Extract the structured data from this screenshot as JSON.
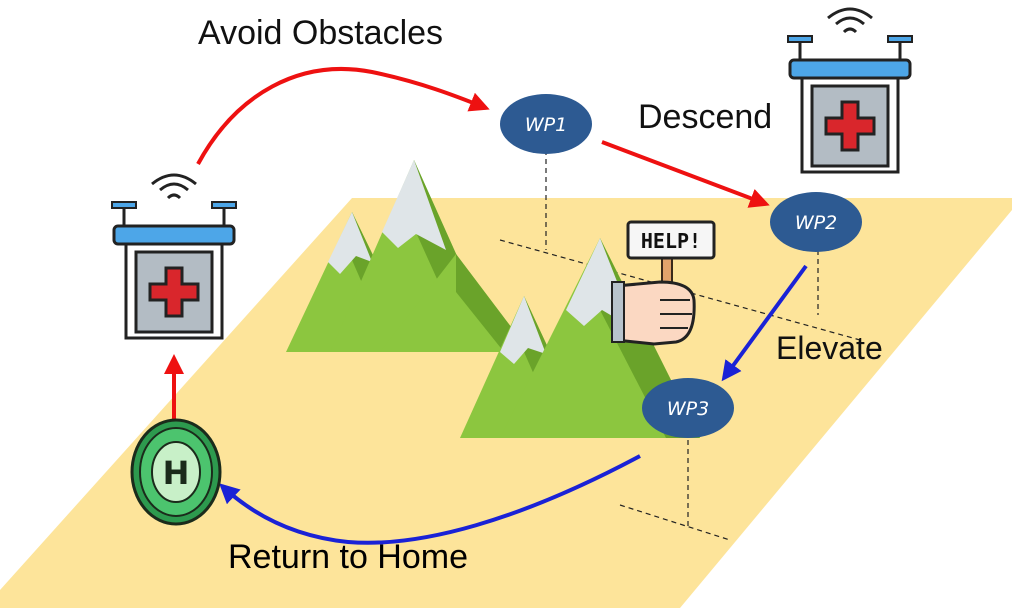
{
  "labels": {
    "avoid": "Avoid Obstacles",
    "descend": "Descend",
    "elevate": "Elevate",
    "return_home": "Return to Home"
  },
  "waypoints": [
    {
      "label": "WP1"
    },
    {
      "label": "WP2"
    },
    {
      "label": "WP3"
    }
  ],
  "help_sign": "HELP!",
  "helipad_letter": "H",
  "colors": {
    "ground": "#fde49a",
    "waypoint": "#2d5a92",
    "red_path": "#ee1111",
    "blue_path": "#1a22d6",
    "mountain_green": "#8cc63f",
    "mountain_dark": "#6aa32a",
    "snow": "#dfe5e8",
    "drone_blue": "#4da6e8",
    "cross_red": "#d9262c",
    "helipad_green": "#4cc46e"
  },
  "icons": [
    "drone-icon",
    "medical-cross-icon",
    "mountain-icon",
    "help-sign-icon",
    "helipad-icon",
    "signal-icon"
  ]
}
